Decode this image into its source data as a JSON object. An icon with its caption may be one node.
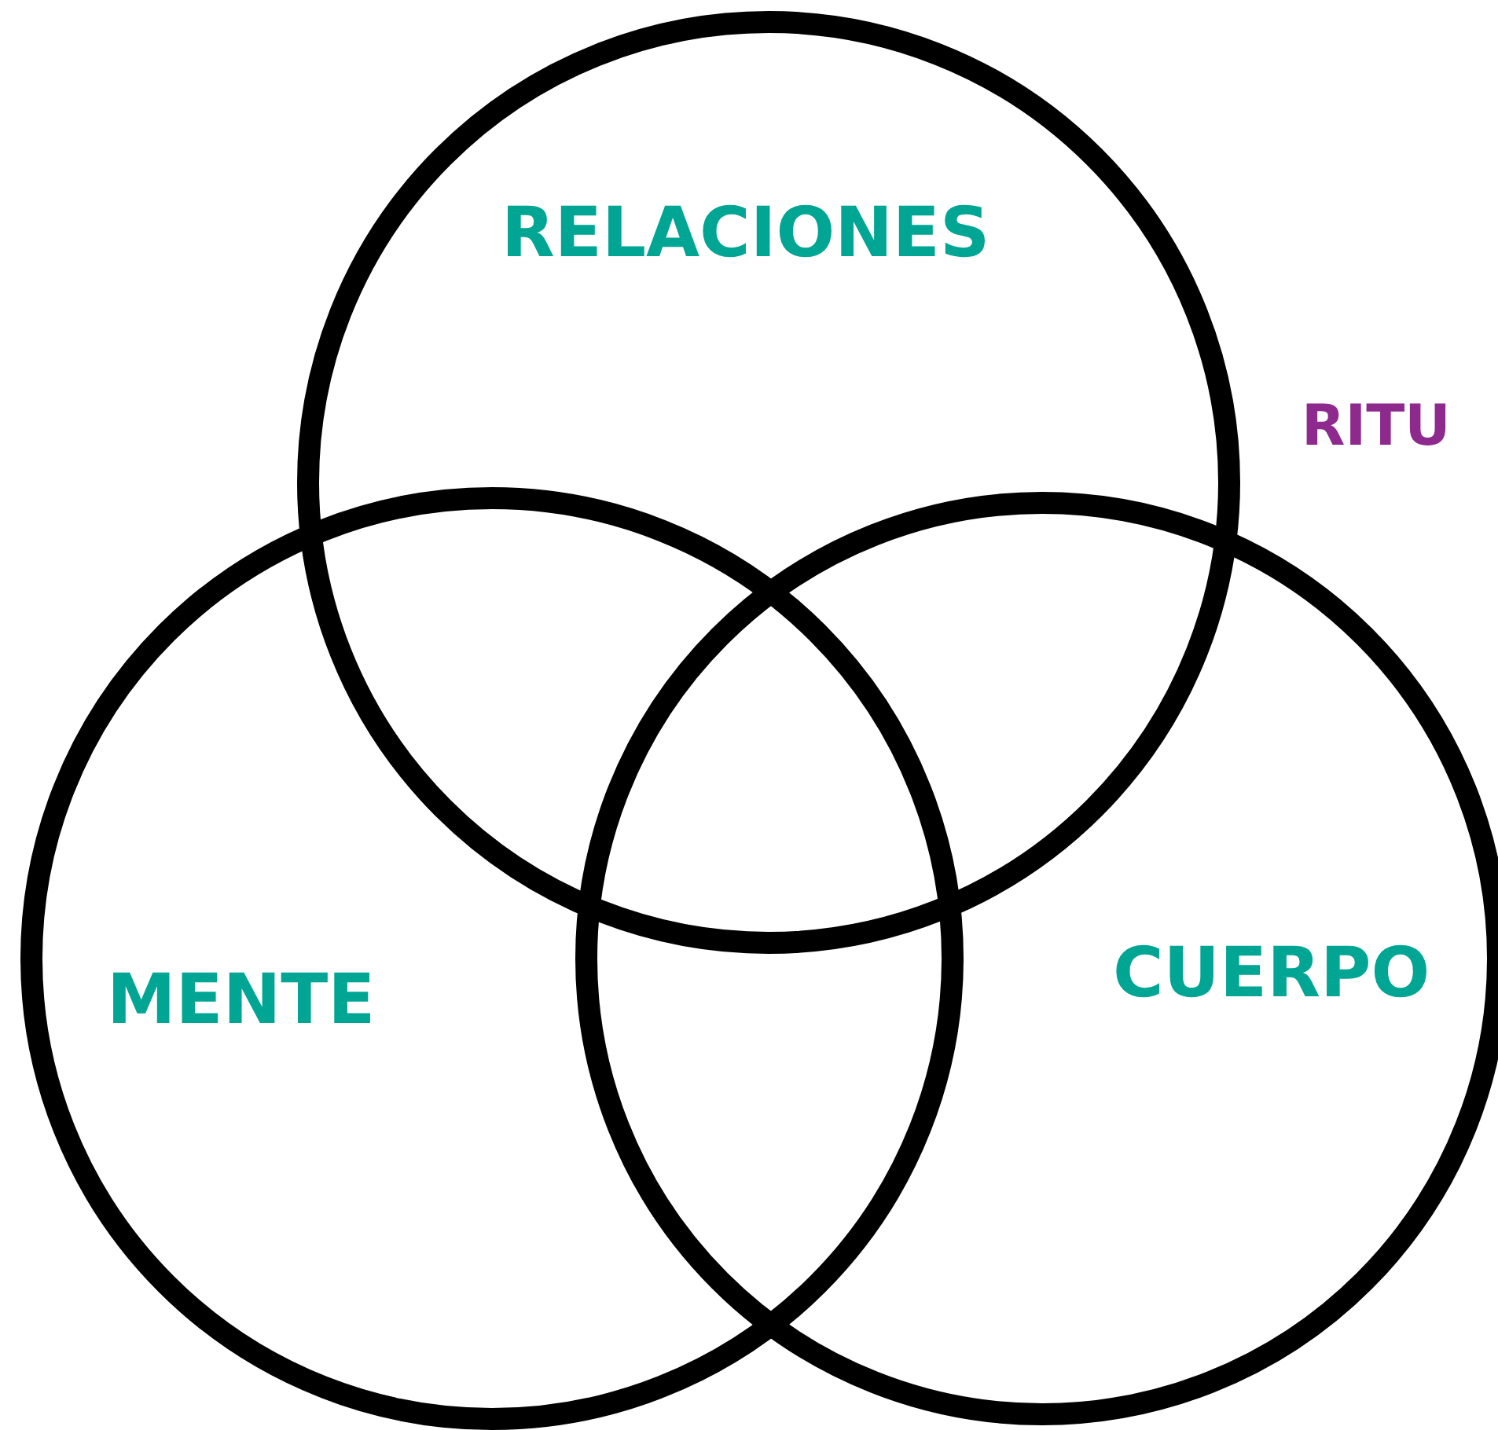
{
  "diagram": {
    "nodes": [
      {
        "text": [
          "RELACIONES"
        ]
      },
      {
        "text": [
          "MENTE"
        ]
      },
      {
        "text": [
          "CUERPO"
        ]
      }
    ],
    "labels": [
      "RITU"
    ]
  }
}
